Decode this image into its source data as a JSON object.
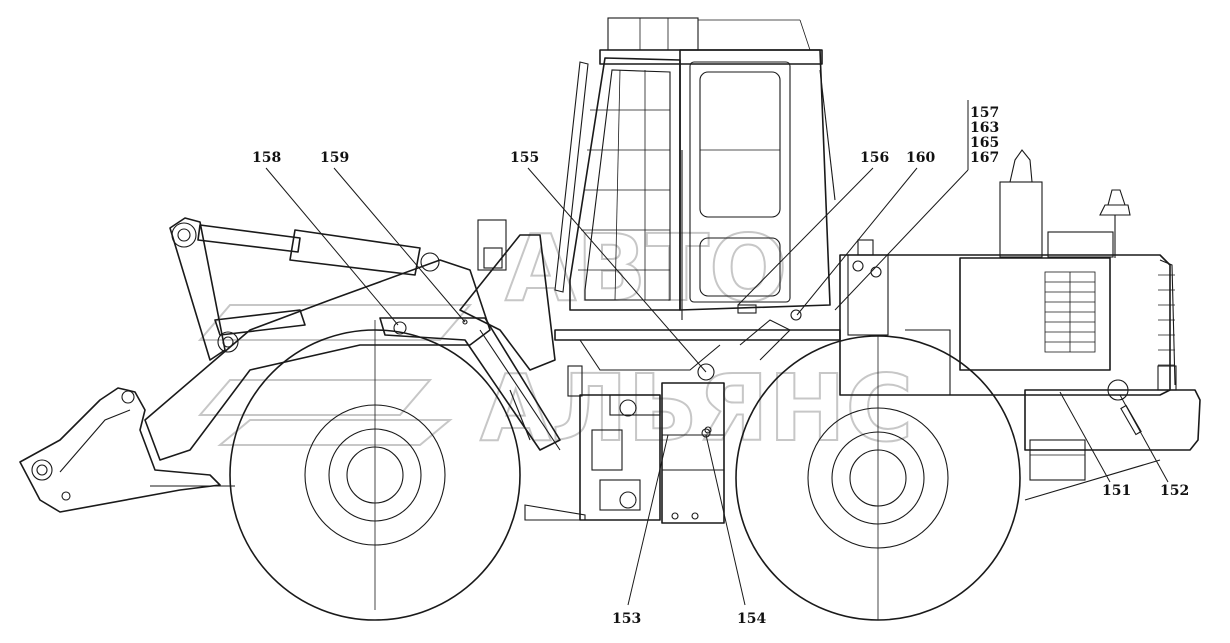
{
  "callouts": [
    {
      "id": "158",
      "label": "158"
    },
    {
      "id": "159",
      "label": "159"
    },
    {
      "id": "155",
      "label": "155"
    },
    {
      "id": "156",
      "label": "156"
    },
    {
      "id": "160",
      "label": "160"
    },
    {
      "id": "157",
      "label": "157"
    },
    {
      "id": "163",
      "label": "163"
    },
    {
      "id": "165",
      "label": "165"
    },
    {
      "id": "167",
      "label": "167"
    },
    {
      "id": "151",
      "label": "151"
    },
    {
      "id": "152",
      "label": "152"
    },
    {
      "id": "153",
      "label": "153"
    },
    {
      "id": "154",
      "label": "154"
    }
  ],
  "watermark": {
    "line1": "АВТО",
    "line2": "АЛЬЯНС"
  }
}
